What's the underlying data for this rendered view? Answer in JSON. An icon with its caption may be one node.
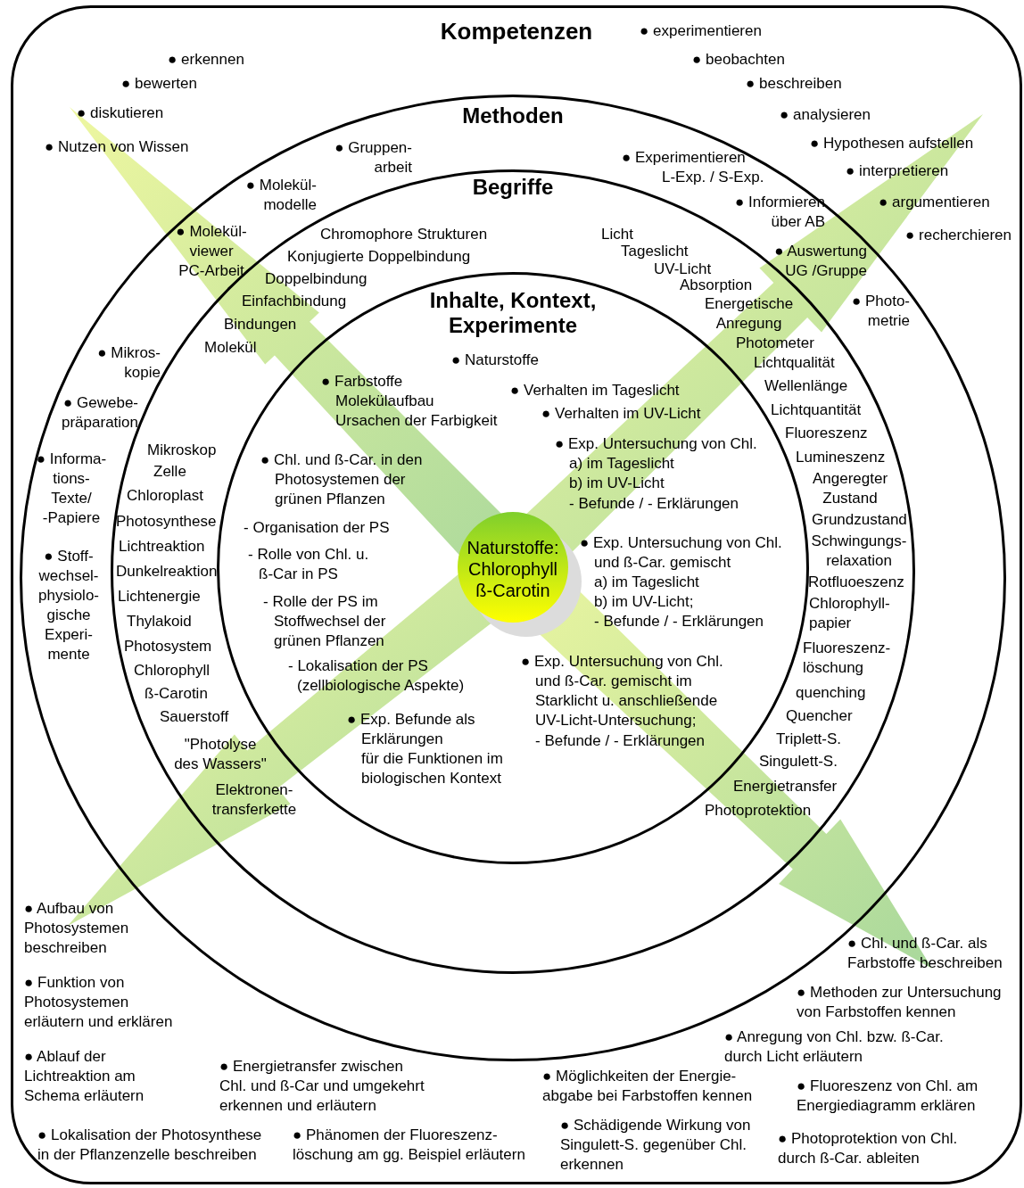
{
  "diagram": {
    "nodes": [
      {
        "text": [
          "Kompetenzen"
        ]
      },
      {
        "text": [
          "Methoden"
        ],
        "in": 0
      },
      {
        "text": [
          "Begriffe"
        ],
        "in": 1
      },
      {
        "text": [
          "Inhalte, Kontext, Experimente"
        ],
        "in": 2
      },
      {
        "text": [
          "Naturstoffe: Chlorophyll ß-Carotin"
        ],
        "in": 3
      }
    ],
    "labels": [
      "● experimentieren",
      "● erkennen",
      "● beobachten",
      "● bewerten",
      "● beschreiben",
      "● diskutieren",
      "● analysieren",
      "● Nutzen von Wissen",
      "● Hypothesen aufstellen",
      "● interpretieren",
      "● argumentieren",
      "● recherchieren",
      "● Gruppen- arbeit",
      "● Experimentieren",
      "L-Exp. / S-Exp.",
      "● Molekül- modelle",
      "● Informieren über AB",
      "● Molekül- viewer PC-Arbeit",
      "● Auswertung UG /Gruppe",
      "● Photo- metrie",
      "● Mikros- kopie",
      "● Gewebe- präparation",
      "● Informa- tions- Texte/ -Papiere",
      "● Stoff- wechsel- physiolo- gische Experi- mente",
      "Chromophore Strukturen",
      "Licht",
      "Tageslicht",
      "Konjugierte Doppelbindung",
      "UV-Licht",
      "Doppelbindung",
      "Absorption",
      "Einfachbindung",
      "Energetische Anregung",
      "Bindungen",
      "Molekül",
      "Photometer",
      "Lichtqualität",
      "Wellenlänge",
      "Lichtquantität",
      "Fluoreszenz",
      "Lumineszenz",
      "Angeregter Zustand",
      "Grundzustand",
      "Schwingungs- relaxation",
      "Rotfluoeszenz",
      "Chlorophyll- papier",
      "Fluoreszenz- löschung",
      "quenching",
      "Quencher",
      "Triplett-S.",
      "Singulett-S.",
      "Energietransfer",
      "Photoprotektion",
      "Mikroskop",
      "Zelle",
      "Chloroplast",
      "Photosynthese",
      "Lichtreaktion",
      "Dunkelreaktion",
      "Lichtenergie",
      "Thylakoid",
      "Photosystem",
      "Chlorophyll",
      "ß-Carotin",
      "Sauerstoff",
      "\"Photolyse des Wassers\"",
      "Elektronen- transferkette",
      "● Naturstoffe",
      "● Farbstoffe",
      "Molekülaufbau",
      "Ursachen der Farbigkeit",
      "● Verhalten im Tageslicht",
      "● Verhalten im UV-Licht",
      "● Exp. Untersuchung von Chl.",
      "a) im Tageslicht",
      "b) im UV-Licht",
      "- Befunde / - Erklärungen",
      "● Chl. und ß-Car. in den Photosystemen der grünen Pflanzen",
      "- Organisation der PS",
      "- Rolle von Chl. u. ß-Car in PS",
      "- Rolle der PS im Stoffwechsel der grünen Pflanzen",
      "- Lokalisation der PS (zellbiologische Aspekte)",
      "● Exp. Untersuchung von Chl. und ß-Car. gemischt",
      "a) im Tageslicht",
      "b) im UV-Licht;",
      "- Befunde / - Erklärungen",
      "● Exp. Untersuchung von Chl. und ß-Car. gemischt im Starklicht u. anschließende UV-Licht-Untersuchung;",
      "- Befunde / - Erklärungen",
      "● Exp. Befunde als Erklärungen",
      "für die Funktionen im biologischen Kontext",
      "● Aufbau von Photosystemen beschreiben",
      "● Chl. und ß-Car. als Farbstoffe beschreiben",
      "● Funktion von Photosystemen erläutern und erklären",
      "● Methoden zur Untersuchung von Farbstoffen kennen",
      "● Anregung von Chl. bzw. ß-Car. durch Licht erläutern",
      "● Ablauf der Lichtreaktion am Schema erläutern",
      "● Energietransfer zwischen Chl. und ß-Car und umgekehrt erkennen und erläutern",
      "● Möglichkeiten der Energie- abgabe bei Farbstoffen kennen",
      "● Fluoreszenz von Chl. am Energiediagramm erklären",
      "● Schädigende Wirkung von Singulett-S. gegenüber Chl. erkennen",
      "● Lokalisation der Photosynthese in der Pflanzenzelle beschreiben",
      "● Phänomen der Fluoreszenz- löschung am gg. Beispiel erläutern",
      "● Photoprotektion von Chl. durch ß-Car. ableiten"
    ]
  }
}
